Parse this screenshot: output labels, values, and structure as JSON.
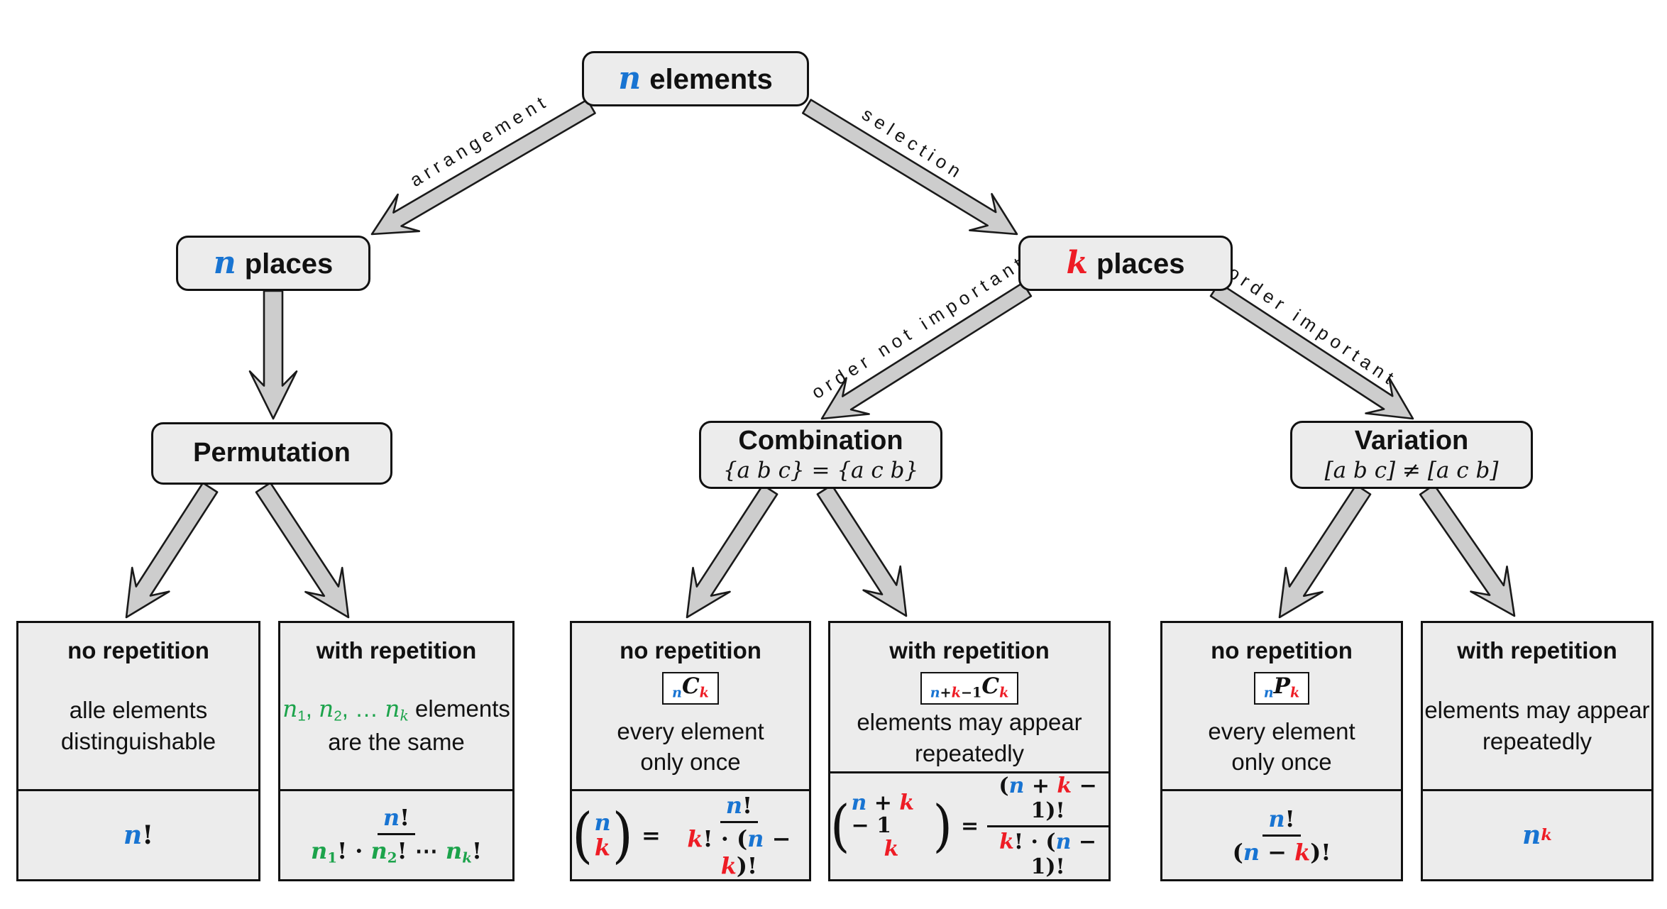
{
  "palette": {
    "blue": "#1874D2",
    "red": "#EE1C25",
    "green": "#1CA34B",
    "box_fill": "#ECECEC",
    "box_border": "#111111",
    "arrow_fill": "#CDCDCD",
    "arrow_stroke": "#1A1A1A"
  },
  "nodes": {
    "root": {
      "math": "n",
      "label": "elements"
    },
    "n_places": {
      "math": "n",
      "label": "places"
    },
    "k_places": {
      "math": "k",
      "label": "places"
    },
    "permutation": {
      "title": "Permutation"
    },
    "combination": {
      "title": "Combination",
      "subtitle": "{a b c} = {a c b}"
    },
    "variation": {
      "title": "Variation",
      "subtitle": "[a b c] ≠ [a c b]"
    }
  },
  "edge_labels": {
    "arrangement": "arrangement",
    "selection": "selection",
    "order_not_important": "order not important",
    "order_important": "order important"
  },
  "leaves": {
    "b1": {
      "header": "no repetition",
      "desc": {
        "line1": [
          {
            "t": "alle elements"
          }
        ],
        "line2": [
          {
            "t": "distinguishable"
          }
        ]
      },
      "formula": [
        {
          "t": "n",
          "c": "blue",
          "it": 1
        },
        {
          "t": "!"
        }
      ]
    },
    "b2": {
      "header": "with repetition",
      "desc": {
        "line1": [
          {
            "t": "n",
            "c": "green",
            "it": 1
          },
          {
            "t": "1",
            "c": "green",
            "sub": 1
          },
          {
            "t": ", ",
            "c": "green"
          },
          {
            "t": "n",
            "c": "green",
            "it": 1
          },
          {
            "t": "2",
            "c": "green",
            "sub": 1
          },
          {
            "t": ", … ",
            "c": "green"
          },
          {
            "t": "n",
            "c": "green",
            "it": 1
          },
          {
            "t": "k",
            "c": "green",
            "it": 1,
            "sub": 1
          },
          {
            "t": " elements"
          }
        ],
        "line2": [
          {
            "t": "are the same"
          }
        ]
      },
      "num": [
        {
          "t": "n",
          "c": "blue",
          "it": 1
        },
        {
          "t": "!"
        }
      ],
      "den": [
        {
          "t": "n",
          "c": "green",
          "it": 1
        },
        {
          "t": "1",
          "c": "green",
          "sub": 1
        },
        {
          "t": "! · "
        },
        {
          "t": "n",
          "c": "green",
          "it": 1
        },
        {
          "t": "2",
          "c": "green",
          "sub": 1
        },
        {
          "t": "! ⋯ "
        },
        {
          "t": "n",
          "c": "green",
          "it": 1
        },
        {
          "t": "k",
          "c": "green",
          "it": 1,
          "sub": 1
        },
        {
          "t": "!"
        }
      ]
    },
    "b3": {
      "header": "no repetition",
      "tag": [
        {
          "t": "n",
          "c": "blue",
          "it": 1,
          "sub": 1
        },
        {
          "t": "C",
          "it": 1
        },
        {
          "t": "k",
          "c": "red",
          "it": 1,
          "sub": 1
        }
      ],
      "desc": {
        "line1": [
          {
            "t": "every element"
          }
        ],
        "line2": [
          {
            "t": "only once"
          }
        ]
      },
      "binom_top": [
        {
          "t": "n",
          "c": "blue",
          "it": 1
        }
      ],
      "binom_bot": [
        {
          "t": "k",
          "c": "red",
          "it": 1
        }
      ],
      "eq": "=",
      "num": [
        {
          "t": "n",
          "c": "blue",
          "it": 1
        },
        {
          "t": "!"
        }
      ],
      "den": [
        {
          "t": "k",
          "c": "red",
          "it": 1
        },
        {
          "t": "! · ("
        },
        {
          "t": "n",
          "c": "blue",
          "it": 1
        },
        {
          "t": " − "
        },
        {
          "t": "k",
          "c": "red",
          "it": 1
        },
        {
          "t": ")!"
        }
      ]
    },
    "b4": {
      "header": "with repetition",
      "tag": [
        {
          "t": "n",
          "c": "blue",
          "it": 1,
          "sub": 1
        },
        {
          "t": "+",
          "sub": 1
        },
        {
          "t": "k",
          "c": "red",
          "it": 1,
          "sub": 1
        },
        {
          "t": "−1",
          "sub": 1
        },
        {
          "t": "C",
          "it": 1
        },
        {
          "t": "k",
          "c": "red",
          "it": 1,
          "sub": 1
        }
      ],
      "desc": {
        "line1": [
          {
            "t": "elements may appear"
          }
        ],
        "line2": [
          {
            "t": "repeatedly"
          }
        ]
      },
      "binom_top": [
        {
          "t": "n",
          "c": "blue",
          "it": 1
        },
        {
          "t": " + "
        },
        {
          "t": "k",
          "c": "red",
          "it": 1
        },
        {
          "t": " − "
        },
        {
          "t": "1"
        }
      ],
      "binom_bot": [
        {
          "t": "k",
          "c": "red",
          "it": 1
        }
      ],
      "eq": "=",
      "num": [
        {
          "t": "("
        },
        {
          "t": "n",
          "c": "blue",
          "it": 1
        },
        {
          "t": " + "
        },
        {
          "t": "k",
          "c": "red",
          "it": 1
        },
        {
          "t": " − "
        },
        {
          "t": "1"
        },
        {
          "t": ")!"
        }
      ],
      "den": [
        {
          "t": "k",
          "c": "red",
          "it": 1
        },
        {
          "t": "! · ("
        },
        {
          "t": "n",
          "c": "blue",
          "it": 1
        },
        {
          "t": " − "
        },
        {
          "t": "1"
        },
        {
          "t": ")!"
        }
      ]
    },
    "b5": {
      "header": "no repetition",
      "tag": [
        {
          "t": "n",
          "c": "blue",
          "it": 1,
          "sub": 1
        },
        {
          "t": "P",
          "it": 1
        },
        {
          "t": "k",
          "c": "red",
          "it": 1,
          "sub": 1
        }
      ],
      "desc": {
        "line1": [
          {
            "t": "every element"
          }
        ],
        "line2": [
          {
            "t": "only once"
          }
        ]
      },
      "num": [
        {
          "t": "n",
          "c": "blue",
          "it": 1
        },
        {
          "t": "!"
        }
      ],
      "den": [
        {
          "t": "("
        },
        {
          "t": "n",
          "c": "blue",
          "it": 1
        },
        {
          "t": " − "
        },
        {
          "t": "k",
          "c": "red",
          "it": 1
        },
        {
          "t": ")!"
        }
      ]
    },
    "b6": {
      "header": "with repetition",
      "desc": {
        "line1": [
          {
            "t": "elements may appear"
          }
        ],
        "line2": [
          {
            "t": "repeatedly"
          }
        ]
      },
      "formula": [
        {
          "t": "n",
          "c": "blue",
          "it": 1
        },
        {
          "t": "k",
          "c": "red",
          "it": 1,
          "sup": 1
        }
      ]
    }
  }
}
